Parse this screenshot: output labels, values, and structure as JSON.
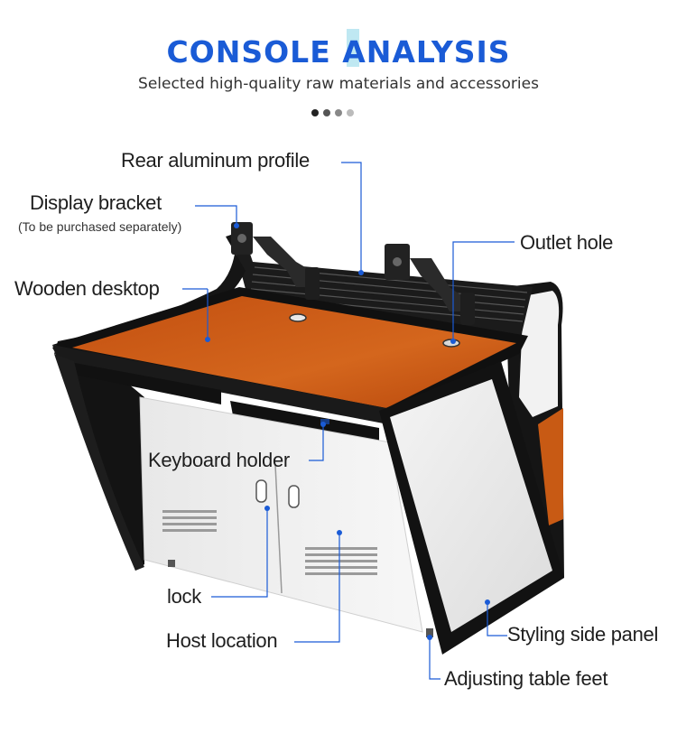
{
  "header": {
    "title_a": "CONSOLE ",
    "title_b": "ANALYSIS",
    "subtitle": "Selected high-quality raw materials and accessories",
    "dots": [
      "#222222",
      "#555555",
      "#888888",
      "#bbbbbb"
    ]
  },
  "labels": {
    "rear_profile": "Rear aluminum profile",
    "display_bracket": "Display bracket",
    "display_bracket_note": "(To be purchased separately)",
    "outlet_hole": "Outlet hole",
    "wooden_desktop": "Wooden desktop",
    "keyboard_holder": "Keyboard holder",
    "lock": "lock",
    "host_location": "Host location",
    "side_panel": "Styling side panel",
    "table_feet": "Adjusting table feet"
  },
  "colors": {
    "accent_blue": "#1a5bd6",
    "wood": "#c85a14",
    "frame": "#151515",
    "panel": "#ececec"
  }
}
